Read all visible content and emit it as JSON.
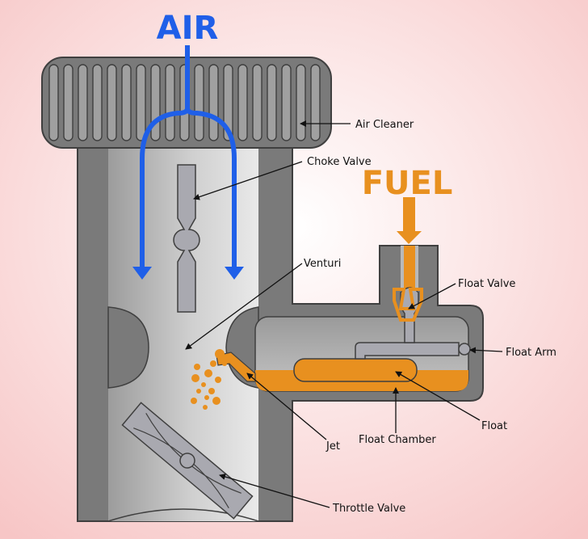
{
  "labels": {
    "air": "AIR",
    "fuel": "FUEL",
    "air_cleaner": "Air Cleaner",
    "choke_valve": "Choke Valve",
    "venturi": "Venturi",
    "float_valve": "Float Valve",
    "float_arm": "Float Arm",
    "float": "Float",
    "float_chamber": "Float Chamber",
    "jet": "Jet",
    "throttle_valve": "Throttle Valve"
  },
  "colors": {
    "background_center": "#ffffff",
    "background_edge": "#f7c6c6",
    "body_gray": "#7a7a7a",
    "body_outline": "#3f3f3f",
    "air_blue": "#1f5fe8",
    "fuel_orange": "#e8901f",
    "valve_gray": "#a9a9b0"
  },
  "icons": [
    "air-arrow-icon",
    "fuel-arrow-icon",
    "fuel-droplets-icon"
  ]
}
